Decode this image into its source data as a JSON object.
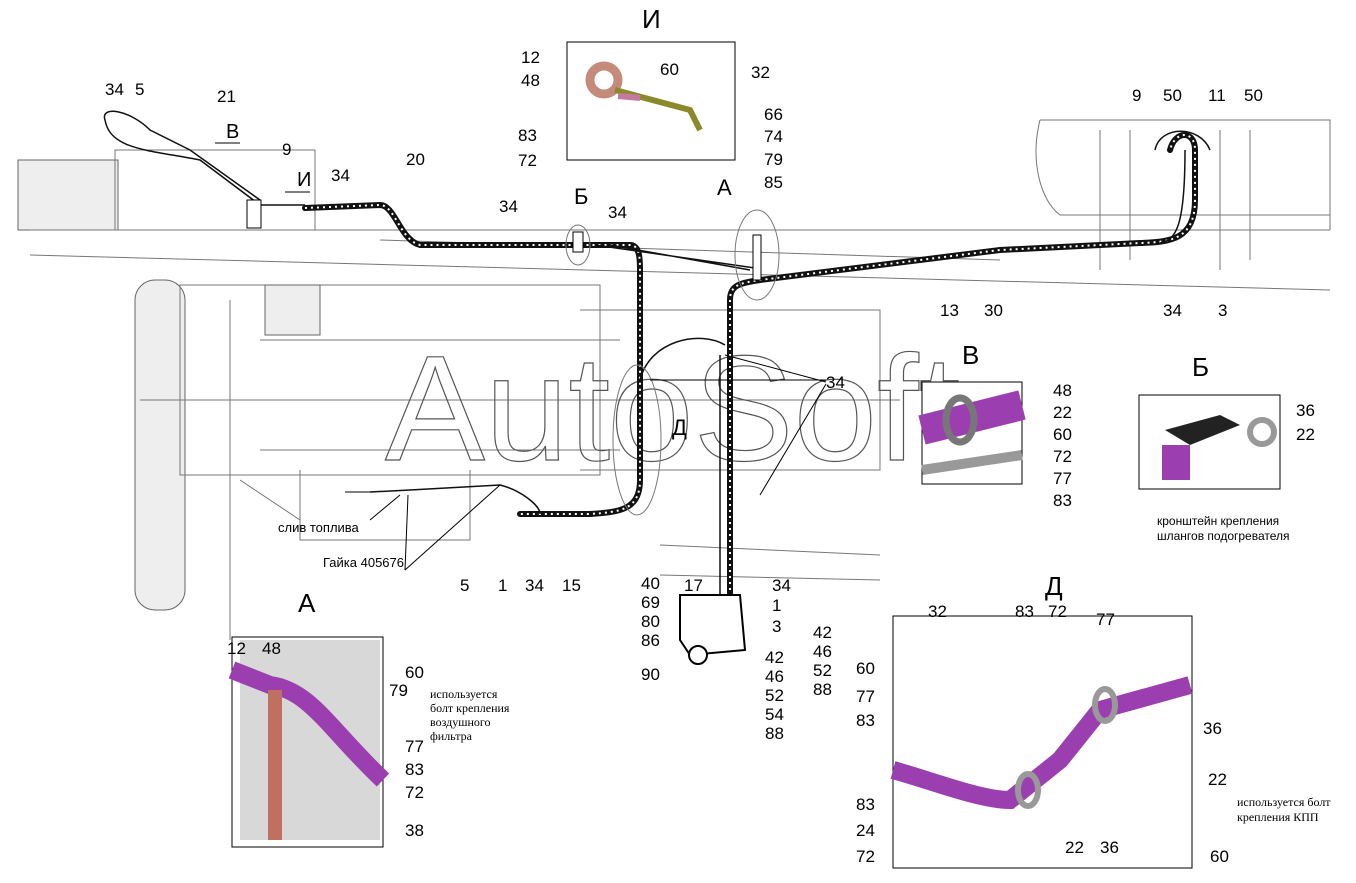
{
  "watermark": "AutoSoft",
  "colors": {
    "pipe": "#9b3fb0",
    "bracket": "#c47a6a",
    "line": "#111111"
  },
  "main": {
    "views": {
      "v": "В",
      "i": "И",
      "b": "Б",
      "a": "А",
      "d": "Д"
    },
    "callouts": [
      "34",
      "5",
      "21",
      "9",
      "34",
      "20",
      "34",
      "34",
      "9",
      "50",
      "11",
      "50",
      "13",
      "30",
      "34",
      "3",
      "34",
      "5",
      "1",
      "34",
      "15",
      "17",
      "34",
      "1",
      "3"
    ],
    "drain_label": "слив топлива",
    "nut_label": "Гайка 405676",
    "group_valve_left": [
      "40",
      "69",
      "80",
      "86"
    ],
    "valve_label": "90",
    "group_valve_right_top": [
      "42",
      "46",
      "52",
      "88"
    ],
    "group_valve_right_bottom": [
      "42",
      "46",
      "52",
      "54",
      "88"
    ]
  },
  "inset_i": {
    "title": "И",
    "group_top": [
      "12",
      "48"
    ],
    "c60": "60",
    "c32": "32",
    "c83": "83",
    "c72": "72",
    "group_right": [
      "66",
      "74",
      "79",
      "85"
    ]
  },
  "inset_v": {
    "title": "В",
    "c48": "48",
    "c22": "22",
    "c60": "60",
    "group": [
      "72",
      "77",
      "83"
    ]
  },
  "inset_b": {
    "title": "Б",
    "group": [
      "36",
      "22"
    ],
    "caption": [
      "кронштейн крепления",
      "шлангов подогревателя"
    ]
  },
  "inset_a": {
    "title": "А",
    "c12": "12",
    "c48": "48",
    "c60": "60",
    "c79": "79",
    "note": [
      "используется",
      "болт крепления",
      "воздушного",
      "фильтра"
    ],
    "c77": "77",
    "c83": "83",
    "c72": "72",
    "c38": "38"
  },
  "inset_d": {
    "title": "Д",
    "c32": "32",
    "c83a": "83",
    "c72a": "72",
    "c77a": "77",
    "c60a": "60",
    "c77b": "77",
    "c83b": "83",
    "c36a": "36",
    "c22a": "22",
    "note": [
      "используется болт",
      "крепления КПП"
    ],
    "c60b": "60",
    "c83c": "83",
    "c24": "24",
    "c72b": "72",
    "c22b": "22",
    "c36b": "36"
  }
}
